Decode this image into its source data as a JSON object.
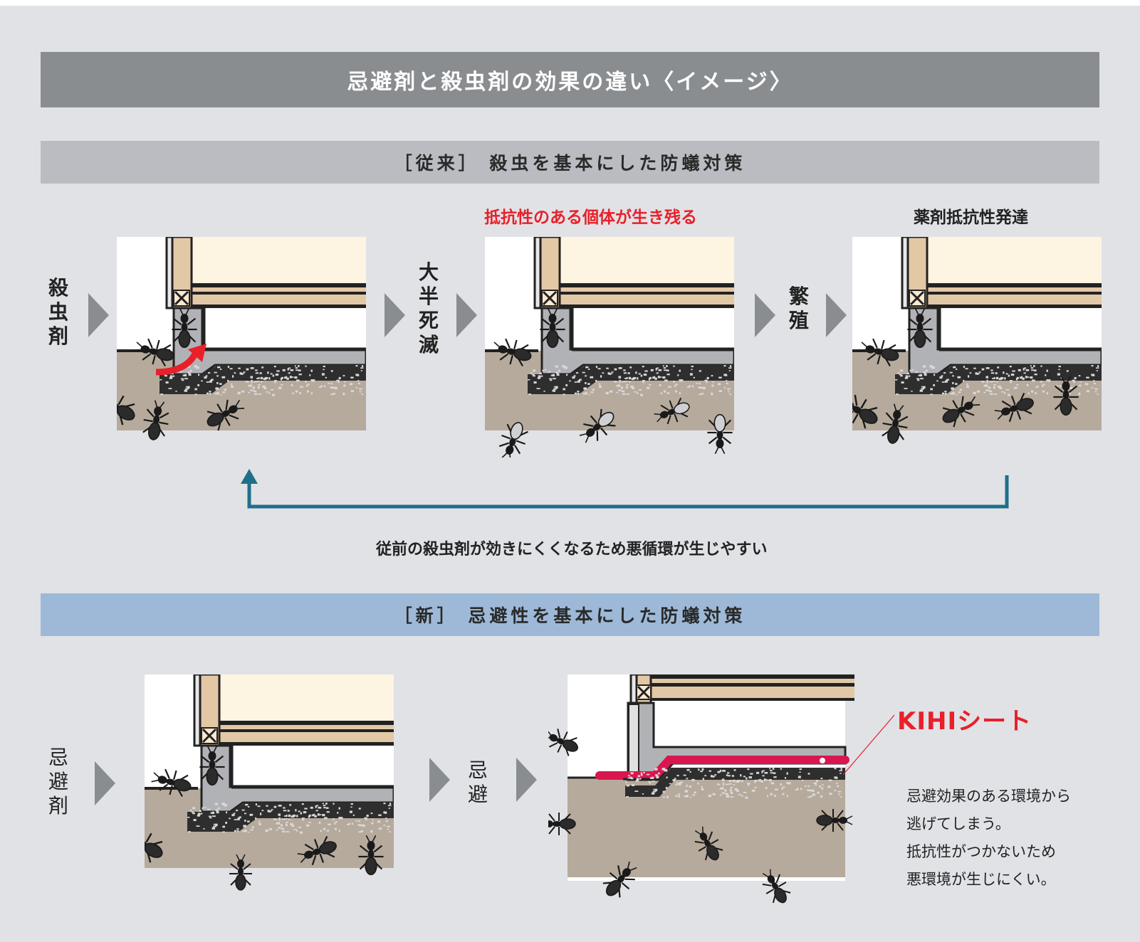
{
  "title": "忌避剤と殺虫剤の効果の違い〈イメージ〉",
  "old_method": {
    "banner": "［従来］ 殺虫を基本にした防蟻対策",
    "step_labels": [
      "殺虫剤",
      "大半死滅",
      "繁殖"
    ],
    "panel_captions": [
      "",
      "抵抗性のある個体が生き残る",
      "薬剤抵抗性発達"
    ],
    "cycle_caption": "従前の殺虫剤が効きにくくなるため悪循環が生じやすい"
  },
  "new_method": {
    "banner": "［新］ 忌避性を基本にした防蟻対策",
    "step_labels": [
      "忌避剤",
      "忌避"
    ],
    "product_label": "KIHIシート",
    "note_lines": [
      "忌避効果のある環境から",
      "逃げてしまう。",
      "抵抗性がつかないため",
      "悪環境が生じにくい。"
    ]
  },
  "colors": {
    "background": "#e1e2e6",
    "title_bar": "#8a8d90",
    "old_bar": "#bbbcc1",
    "new_bar": "#9db9d7",
    "accent_red": "#e8202a",
    "kihi_sheet": "#d9164f",
    "cycle_arrow": "#1f6f8b",
    "soil": "#b6aa9c",
    "wood": "#e3c8a6",
    "floor": "#fdf4e2",
    "concrete": "#b1b2b6"
  }
}
